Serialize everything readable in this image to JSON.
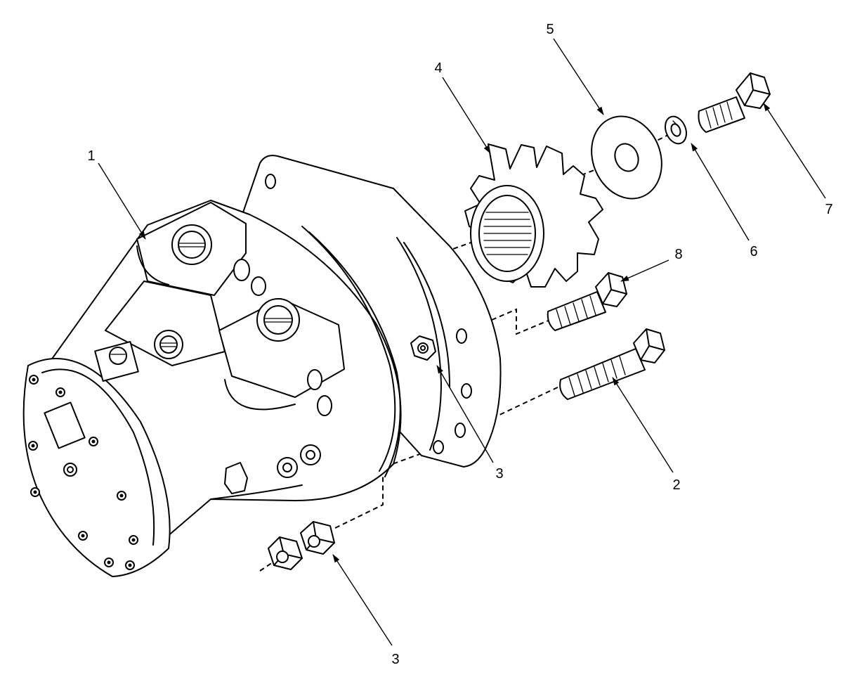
{
  "callouts": [
    {
      "id": "c1",
      "label": "1",
      "part": "motor-housing"
    },
    {
      "id": "c2",
      "label": "2",
      "part": "long-bolt"
    },
    {
      "id": "c3a",
      "label": "3",
      "part": "nut-on-flange"
    },
    {
      "id": "c3b",
      "label": "3",
      "part": "loose-nuts"
    },
    {
      "id": "c4",
      "label": "4",
      "part": "sprocket"
    },
    {
      "id": "c5",
      "label": "5",
      "part": "washer"
    },
    {
      "id": "c6",
      "label": "6",
      "part": "lock-washer"
    },
    {
      "id": "c7",
      "label": "7",
      "part": "retaining-bolt"
    },
    {
      "id": "c8",
      "label": "8",
      "part": "short-bolt"
    }
  ]
}
